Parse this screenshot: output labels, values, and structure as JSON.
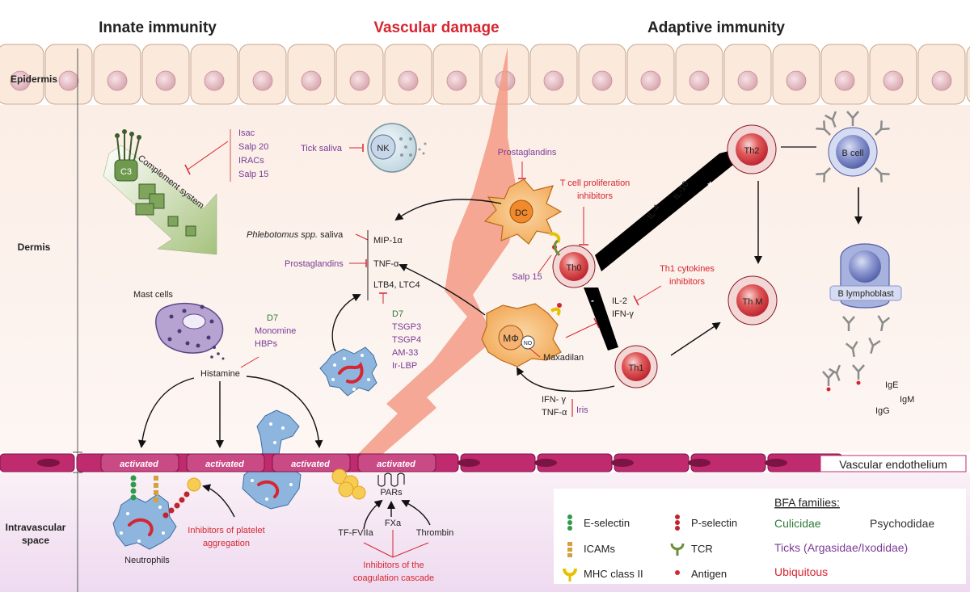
{
  "headers": {
    "innate": "Innate immunity",
    "vascular": "Vascular damage",
    "adaptive": "Adaptive immunity"
  },
  "layers": {
    "epidermis": "Epidermis",
    "dermis": "Dermis",
    "intravascular_1": "Intravascular",
    "intravascular_2": "space"
  },
  "innate": {
    "c3": "C3",
    "complement": "Complement system",
    "complement_inhibitors": [
      "Isac",
      "Salp 20",
      "IRACs",
      "Salp 15"
    ],
    "tick_saliva": "Tick saliva",
    "nk": "NK",
    "mast_cells": "Mast cells",
    "d7": "D7",
    "monomine": "Monomine",
    "hbps": "HBPs",
    "histamine": "Histamine",
    "neutrophils": "Neutrophils",
    "platelet_inhib_1": "Inhibitors of platelet",
    "platelet_inhib_2": "aggregation"
  },
  "mediators": {
    "phlebotomus_italic": "Phlebotomus spp.",
    "phlebotomus_rest": " saliva",
    "prostaglandins": "Prostaglandins",
    "mip": "MIP-1α",
    "tnf": "TNF-α",
    "ltb": "LTB4, LTC4",
    "inhibitors": [
      "D7",
      "TSGP3",
      "TSGP4",
      "AM-33",
      "Ir-LBP"
    ]
  },
  "adaptive": {
    "prostaglandins": "Prostaglandins",
    "dc": "DC",
    "tcell_inhib_1": "T cell proliferation",
    "tcell_inhib_2": "inhibitors",
    "salp15": "Salp 15",
    "th0": "Th0",
    "th1": "Th1",
    "th2": "Th2",
    "thm": "Th M",
    "b_cell": "B cell",
    "b_lymphoblast": "B lymphoblast",
    "il4": "IL-4",
    "il10": "IL-10",
    "plus": "+",
    "minus": "-",
    "th1_inhib_1": "Th1 cytokines",
    "th1_inhib_2": "inhibitors",
    "il2": "IL-2",
    "ifn": "IFN-γ",
    "mphi": "MΦ",
    "no": "NO",
    "maxadilan": "Maxadilan",
    "ifn2": "IFN- γ",
    "tnf2": "TNF-α",
    "iris": "Iris",
    "ige": "IgE",
    "igm": "IgM",
    "igg": "IgG"
  },
  "endothelium": {
    "activated": "activated",
    "label": "Vascular endothelium",
    "pars": "PARs",
    "tf": "TF-FVIIa",
    "fxa": "FXa",
    "thrombin": "Thrombin",
    "coag_1": "Inhibitors of the",
    "coag_2": "coagulation cascade"
  },
  "legend": {
    "e_selectin": "E-selectin",
    "p_selectin": "P-selectin",
    "icams": "ICAMs",
    "tcr": "TCR",
    "mhc": "MHC class II",
    "antigen": "Antigen",
    "title": "BFA families:",
    "culicidae": "Culicidae",
    "psychodidae": "Psychodidae",
    "ticks": "Ticks (Argasidae/Ixodidae)",
    "ubiquitous": "Ubiquitous"
  },
  "colors": {
    "tick_purple": "#7a3b96",
    "ubiquitous_red": "#d62631",
    "culicidae_green": "#2f7a3a",
    "psychodidae_dark": "#333333",
    "vascular_damage": "#f08a72",
    "endothelium": "#c02a6e"
  }
}
